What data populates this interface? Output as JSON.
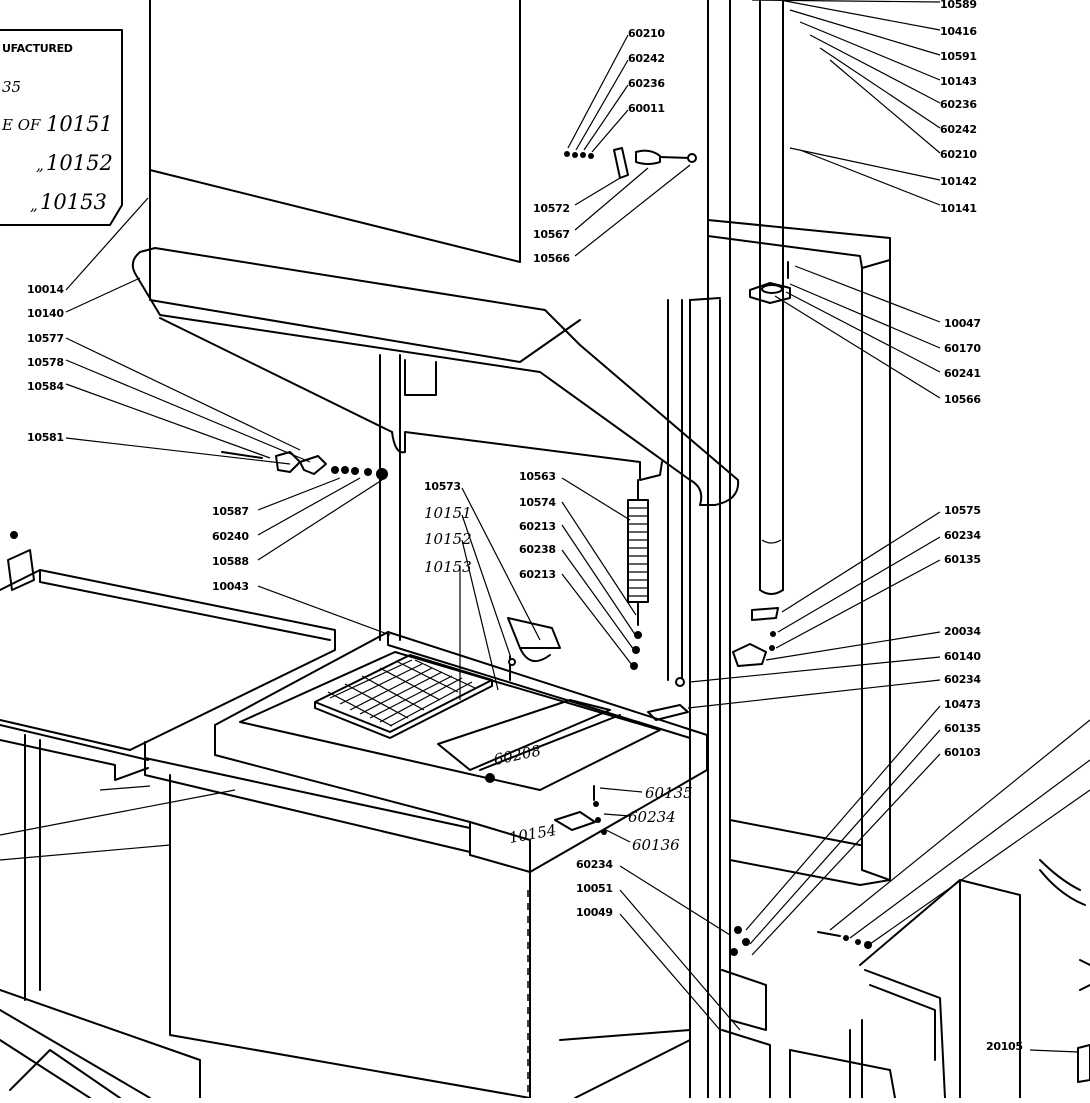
{
  "note_box": {
    "line1": "UFACTURED",
    "line2": "35",
    "line3_prefix": "E OF",
    "line3_value": "10151",
    "line4_prefix": "„",
    "line4_value": "10152",
    "line5_prefix": "„",
    "line5_value": "10153"
  },
  "labels": {
    "l10589": "10589",
    "l10416": "10416",
    "l10591": "10591",
    "l10143": "10143",
    "l60236_r": "60236",
    "l60242_r": "60242",
    "l60210_r": "60210",
    "l10142": "10142",
    "l10141": "10141",
    "l60210_t": "60210",
    "l60242_t": "60242",
    "l60236_t": "60236",
    "l60011": "60011",
    "l10572": "10572",
    "l10567": "10567",
    "l10566_t": "10566",
    "l10014": "10014",
    "l10140": "10140",
    "l10577": "10577",
    "l10578": "10578",
    "l10584": "10584",
    "l10581": "10581",
    "l10587": "10587",
    "l60240": "60240",
    "l10588": "10588",
    "l10043": "10043",
    "l10573": "10573",
    "l10151": "10151",
    "l10152": "10152",
    "l10153": "10153",
    "l10563": "10563",
    "l10574": "10574",
    "l60213_a": "60213",
    "l60238": "60238",
    "l60213_b": "60213",
    "l10047": "10047",
    "l60170": "60170",
    "l60241": "60241",
    "l10566_r": "10566",
    "l10575": "10575",
    "l60234_a": "60234",
    "l60135_a": "60135",
    "l20034": "20034",
    "l60140": "60140",
    "l60234_b": "60234",
    "l10473": "10473",
    "l60135_b": "60135",
    "l60103": "60103",
    "l60208": "60208",
    "l60135_c": "60135",
    "l60234_c": "60234",
    "l10154": "10154",
    "l60136": "60136",
    "l60234_d": "60234",
    "l10051": "10051",
    "l10049": "10049",
    "l20105": "20105"
  }
}
